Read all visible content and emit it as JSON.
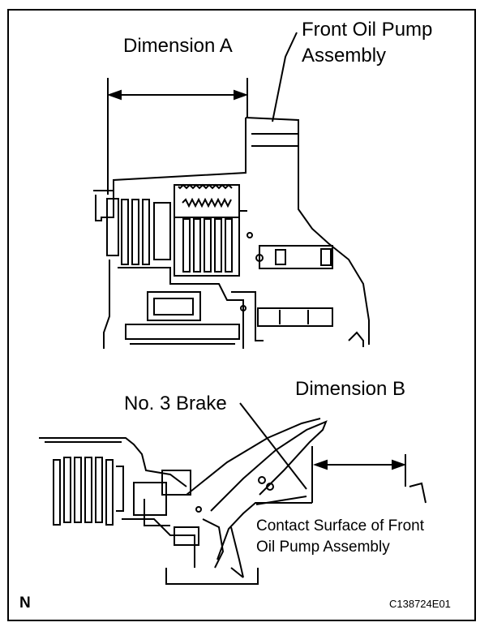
{
  "labels": {
    "dimension_a": "Dimension A",
    "front_oil_pump_line1": "Front Oil Pump",
    "front_oil_pump_line2": "Assembly",
    "dimension_b": "Dimension B",
    "no3_brake": "No. 3 Brake",
    "contact_surface_line1": "Contact Surface of Front",
    "contact_surface_line2": "Oil Pump Assembly"
  },
  "corner": {
    "orientation_mark": "N",
    "figure_code": "C138724E01"
  }
}
